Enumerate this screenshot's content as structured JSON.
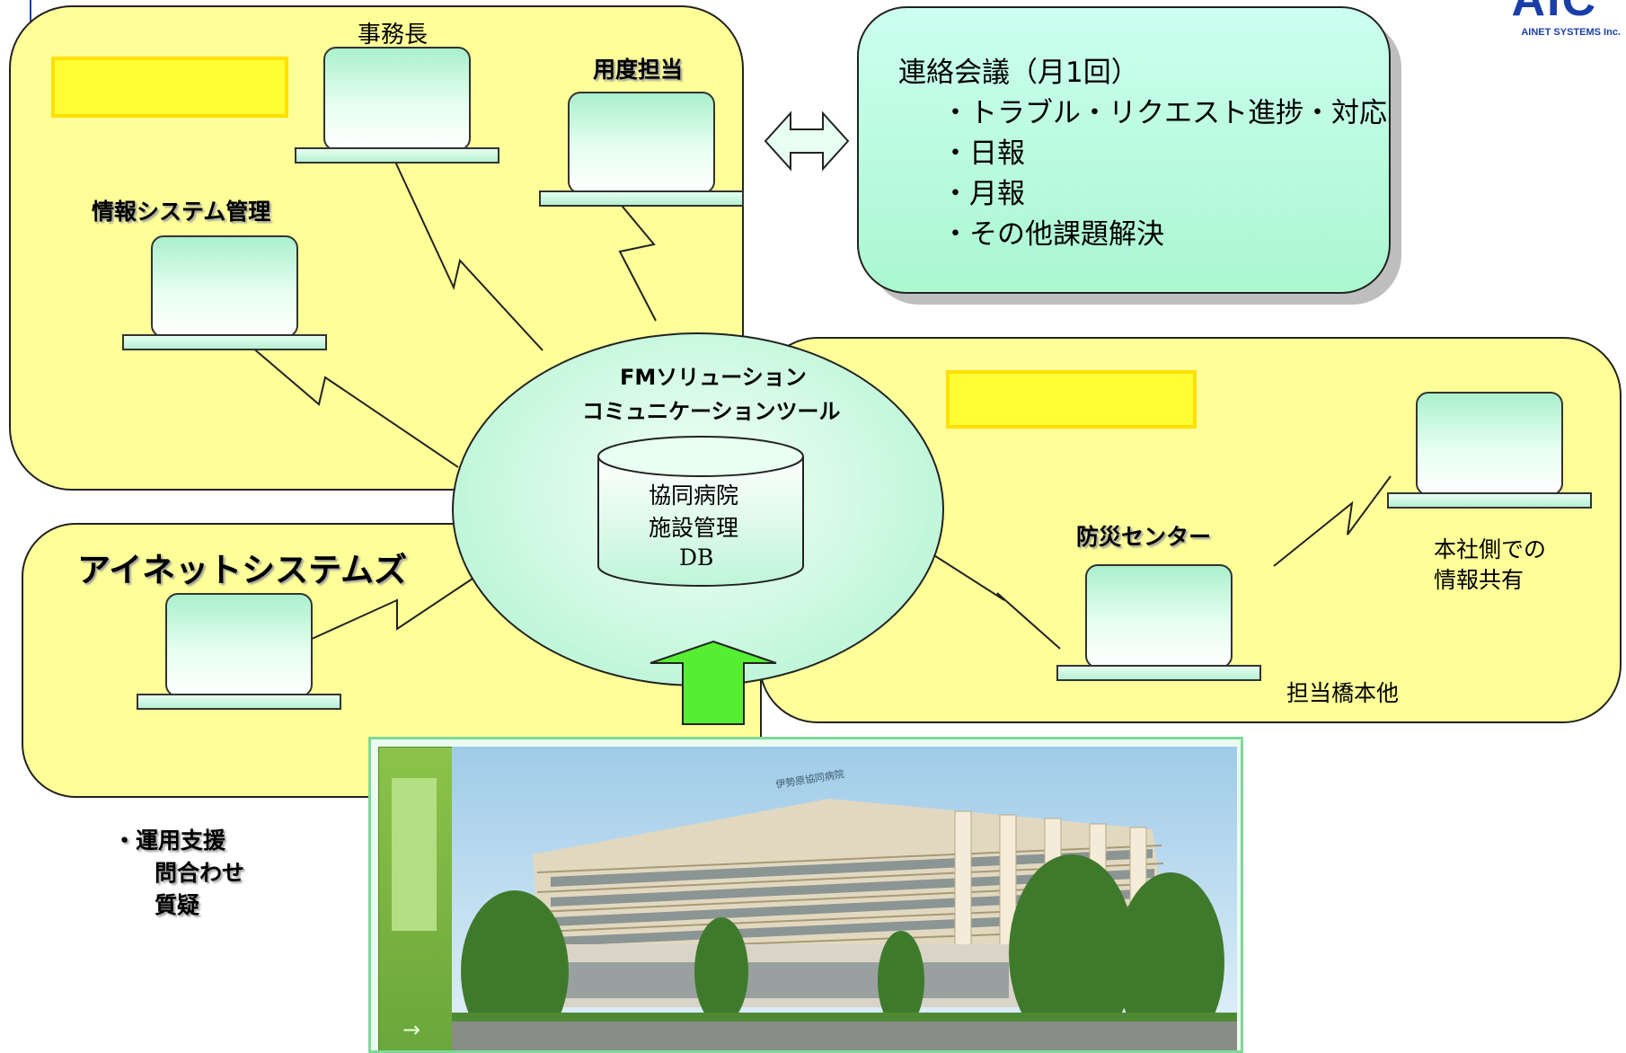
{
  "logo": {
    "mark": "AIC",
    "company": "AINET SYSTEMS Inc."
  },
  "hospital_panel": {
    "director": "事務長",
    "supplies": "用度担当",
    "info_sys": "情報システム管理"
  },
  "meeting": {
    "title": "連絡会議（月1回）",
    "items": [
      "・トラブル・リクエスト進捗・対応",
      "・日報",
      "・月報",
      "・その他課題解決"
    ]
  },
  "hub": {
    "line1": "FMソリューション",
    "line2": "コミュニケーションツール",
    "db_line1": "協同病院",
    "db_line2": "施設管理",
    "db_line3": "DB"
  },
  "ainet_panel": {
    "title": "アイネットシステムズ"
  },
  "disaster_panel": {
    "center": "防災センター",
    "hq_line1": "本社側での",
    "hq_line2": "情報共有",
    "staff": "担当橋本他"
  },
  "support": {
    "line1": "・運用支援",
    "line2": "問合わせ",
    "line3": "質疑"
  },
  "photo_banner": {
    "building_sign": "伊勢原協同病院",
    "arrow": "→"
  },
  "colors": {
    "panel": "#ffff99",
    "mint": "#aaf0cc",
    "arrow": "#55ee33",
    "logo_blue": "#1a3ea8",
    "highlight": "#ffff33"
  }
}
